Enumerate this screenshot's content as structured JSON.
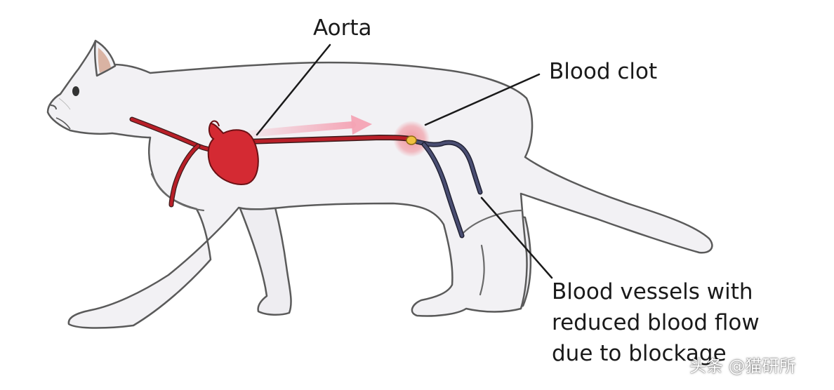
{
  "labels": {
    "aorta": "Aorta",
    "blood_clot": "Blood clot",
    "vessels_line1": "Blood vessels with",
    "vessels_line2": "reduced blood flow",
    "vessels_line3": "due to blockage"
  },
  "watermark": "头条 @猫研所",
  "colors": {
    "body_fill": "#f2f1f4",
    "body_outline": "#5a5a5a",
    "heart": "#d42a33",
    "artery": "#b81f28",
    "vein_blocked": "#3c3f5c",
    "clot_glow": "#f08a94",
    "flow_arrow": "#f4a3b4"
  }
}
